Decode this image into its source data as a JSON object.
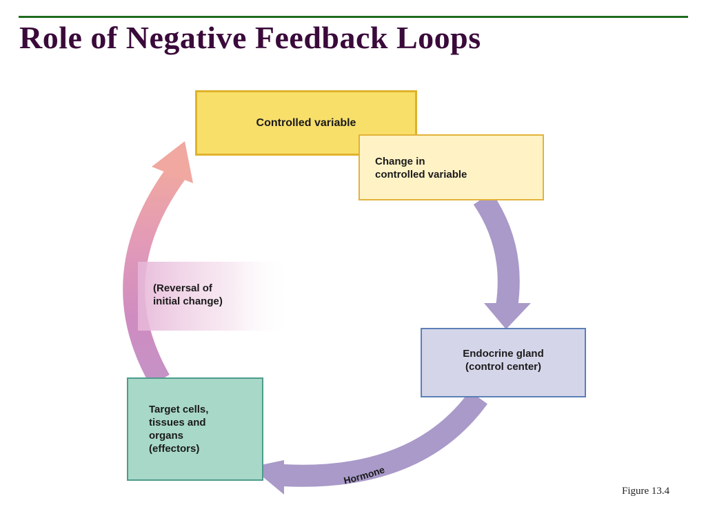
{
  "slide": {
    "title": "Role of Negative Feedback Loops",
    "figure_label": "Figure 13.4"
  },
  "diagram": {
    "controlled_variable": "Controlled variable",
    "change": "Change in\ncontrolled variable",
    "endocrine_gland": "Endocrine gland\n(control center)",
    "target_cells": "Target cells,\ntissues and\norgans\n(effectors)",
    "reversal": "(Reversal of\ninitial change)",
    "hormone": "Hormone"
  },
  "colors": {
    "title": "#3a0a3a",
    "top_rule": "#1f6b1f",
    "controlled_fill": "#f8df6a",
    "change_fill": "#fff3c6",
    "endocrine_fill": "#d5d5ea",
    "target_fill": "#a8d8c8",
    "purple_arrow": "#a99ac9",
    "pink_arrow_mid": "#d48fbf",
    "pink_arrow_tip": "#f0a8a0"
  }
}
